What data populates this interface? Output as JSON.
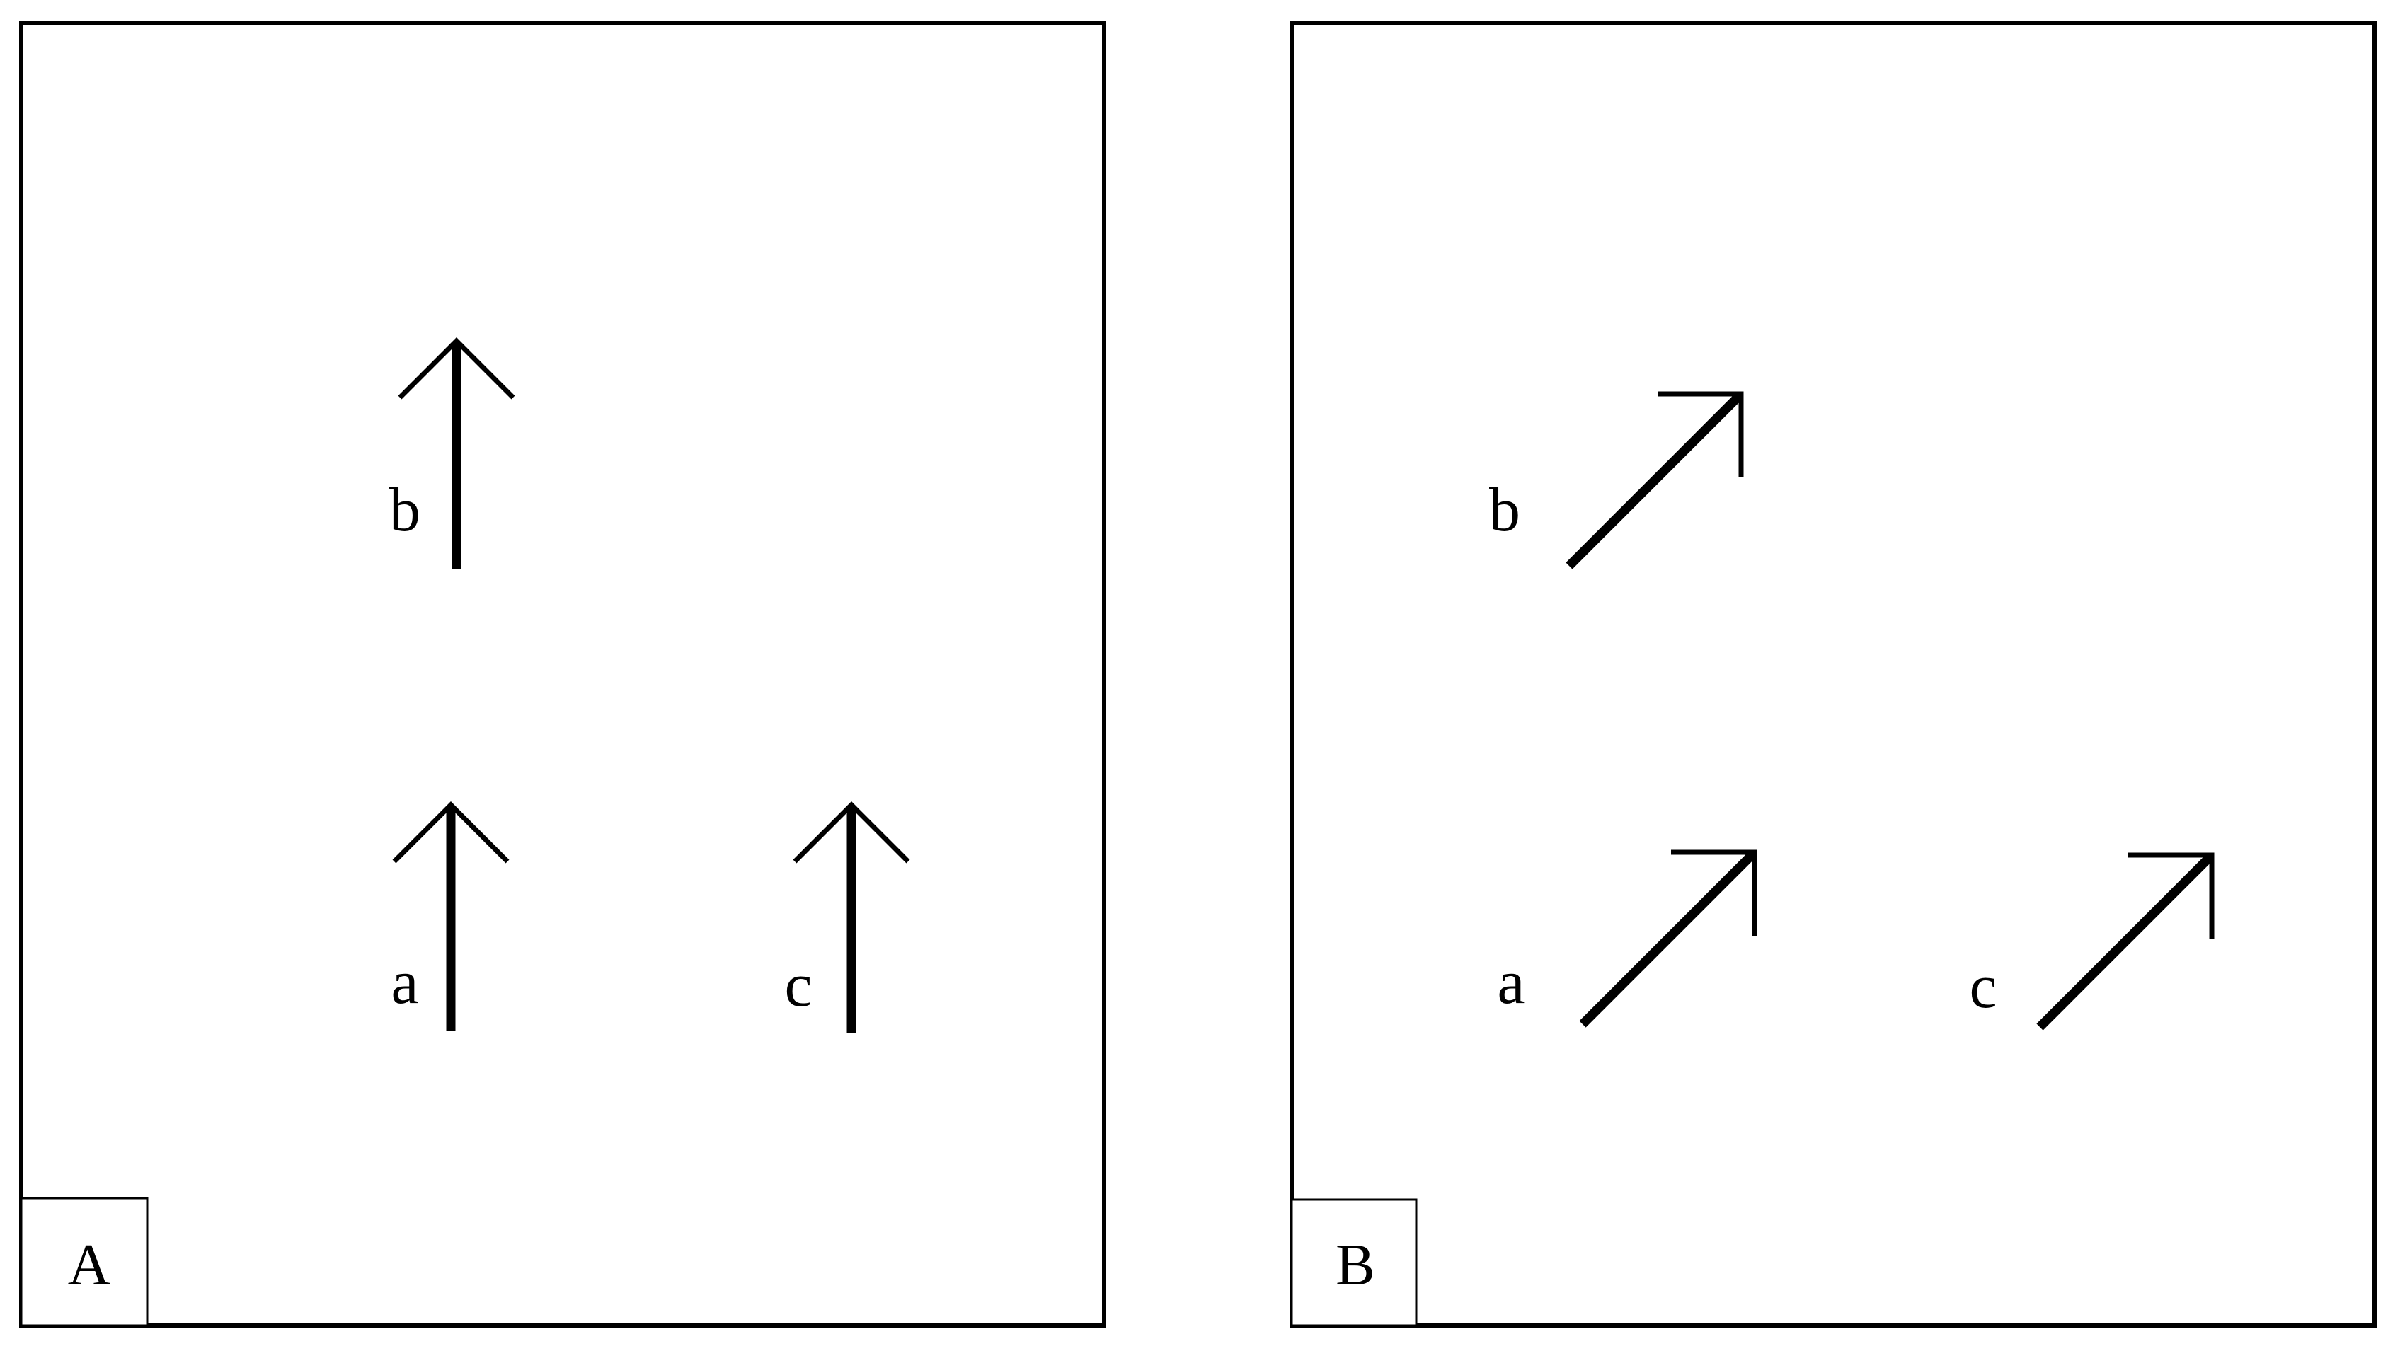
{
  "panels": [
    {
      "id": "A",
      "tag": "A",
      "arrows": [
        {
          "label": "b",
          "direction": "up"
        },
        {
          "label": "a",
          "direction": "up"
        },
        {
          "label": "c",
          "direction": "up"
        }
      ]
    },
    {
      "id": "B",
      "tag": "B",
      "arrows": [
        {
          "label": "b",
          "direction": "up-right"
        },
        {
          "label": "a",
          "direction": "up-right"
        },
        {
          "label": "c",
          "direction": "up-right"
        }
      ]
    }
  ],
  "colors": {
    "ink": "#000000",
    "background": "#ffffff"
  }
}
